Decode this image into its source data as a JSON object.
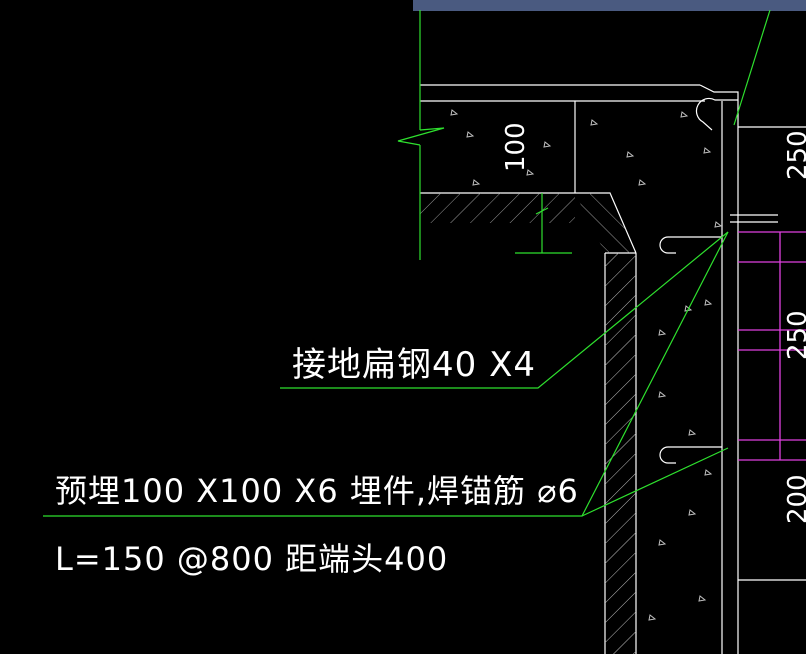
{
  "colors": {
    "background": "#000000",
    "top_bar": "#4a5a80",
    "outline": "#ffffff",
    "leader": "#2ee02e",
    "rebar": "#e040e0",
    "hatch": "#bfbfbf"
  },
  "annotations": {
    "grounding": "接地扁钢40 X4",
    "embed_line1": "预埋100 X100 X6 埋件,焊锚筋 ⌀6",
    "embed_line2": "L=150 @800 距端头400",
    "slab_dim": "100",
    "edge_dim_top": "250",
    "edge_dim_mid": "250",
    "edge_dim_bottom": "200"
  }
}
